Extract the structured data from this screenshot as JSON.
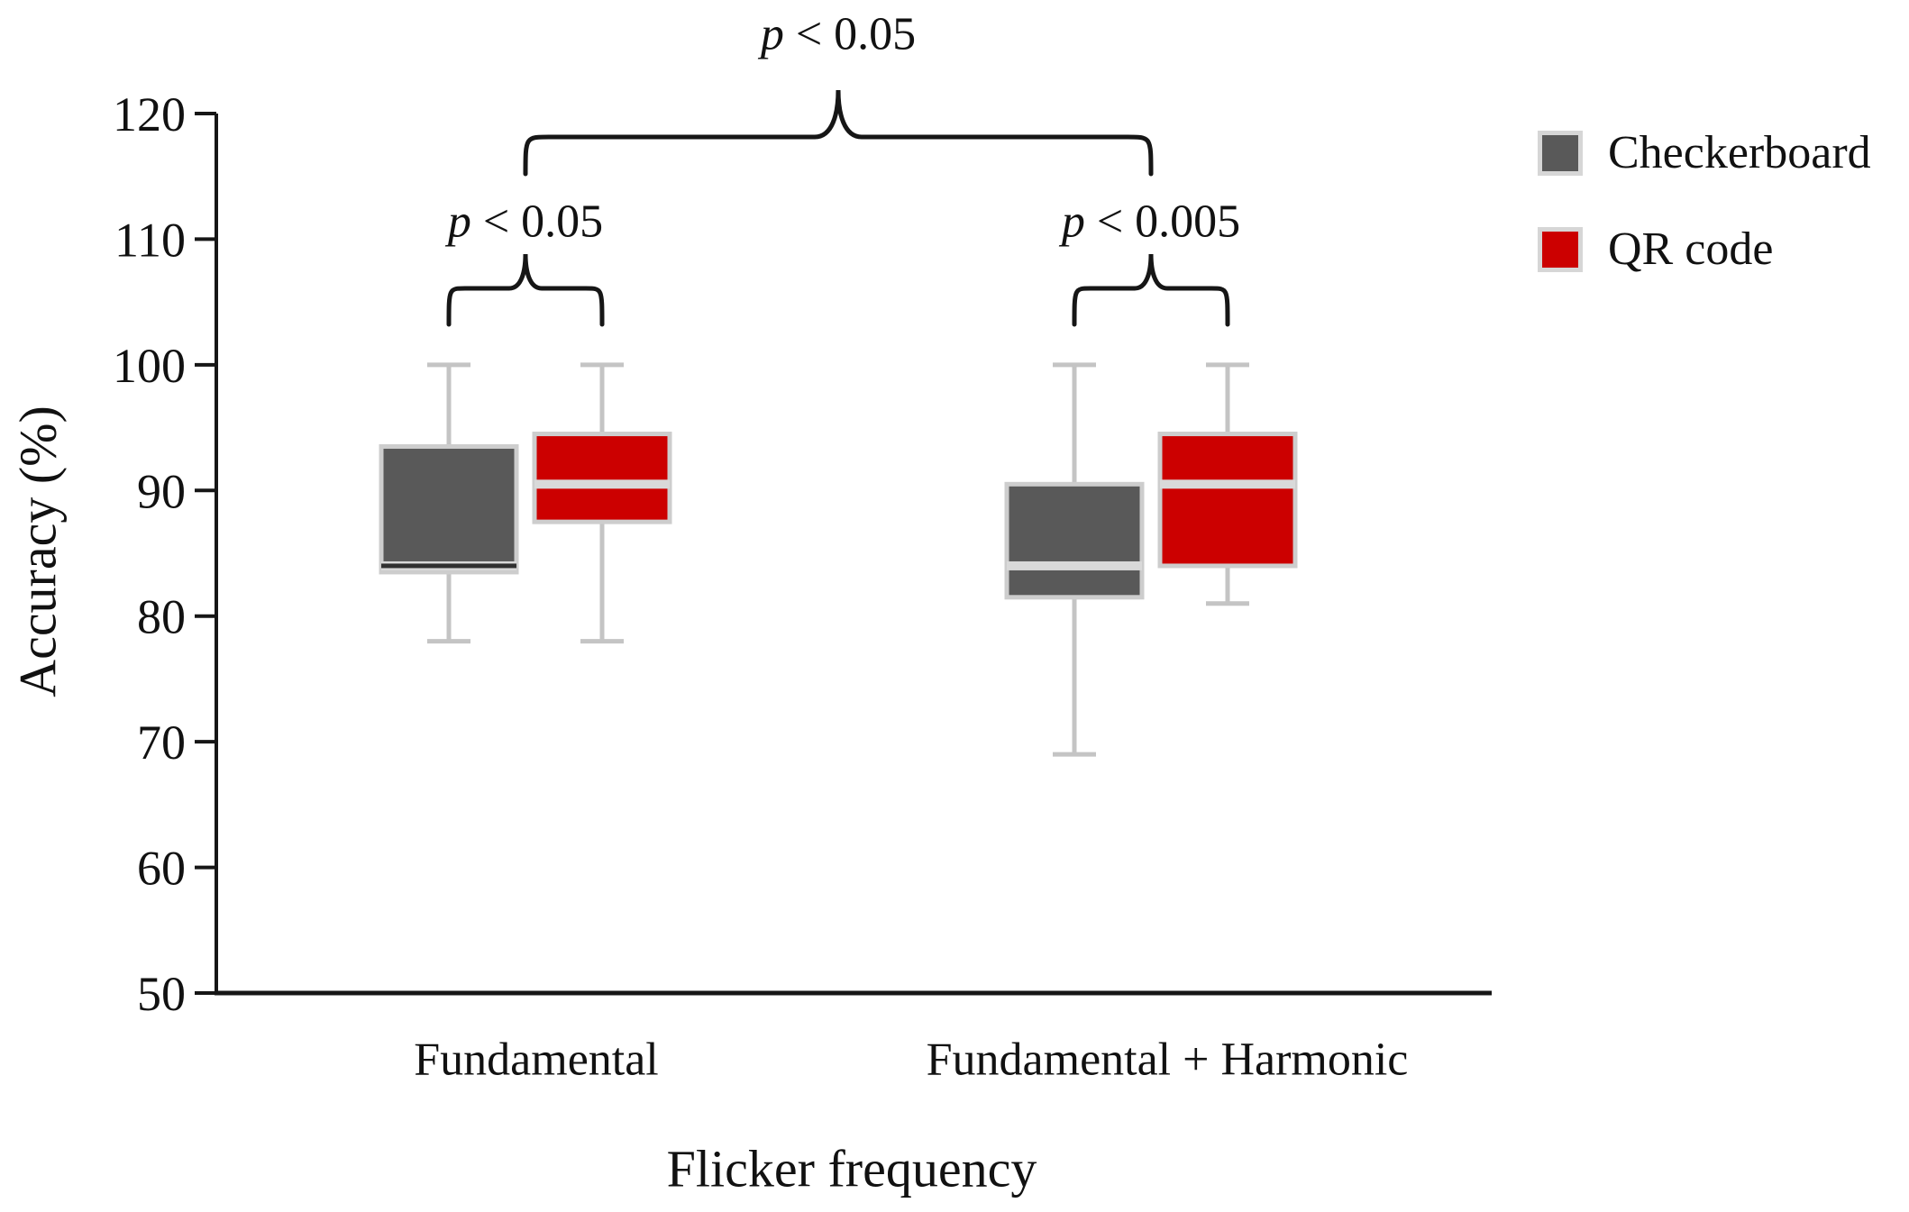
{
  "chart_data": {
    "type": "boxplot",
    "title": "",
    "xlabel": "Flicker frequency",
    "ylabel": "Accuracy (%)",
    "ylim": [
      50,
      120
    ],
    "yticks": [
      50,
      60,
      70,
      80,
      90,
      100,
      110,
      120
    ],
    "grid": false,
    "categories": [
      "Fundamental",
      "Fundamental + Harmonic"
    ],
    "series": [
      {
        "name": "Checkerboard",
        "color": "#595959",
        "boxes": [
          {
            "category": "Fundamental",
            "whisker_low": 78,
            "q1": 83.5,
            "median": 84,
            "q3": 93.5,
            "whisker_high": 100,
            "median_line_color": "#303030"
          },
          {
            "category": "Fundamental + Harmonic",
            "whisker_low": 69,
            "q1": 81.5,
            "median": 84,
            "q3": 90.5,
            "whisker_high": 100,
            "median_line_color": null
          }
        ]
      },
      {
        "name": "QR code",
        "color": "#cc0000",
        "boxes": [
          {
            "category": "Fundamental",
            "whisker_low": 78,
            "q1": 87.5,
            "median": 90.5,
            "q3": 94.5,
            "whisker_high": 100,
            "median_line_color": null
          },
          {
            "category": "Fundamental + Harmonic",
            "whisker_low": 81,
            "q1": 84,
            "median": 90.5,
            "q3": 94.5,
            "whisker_high": 100,
            "median_line_color": null
          }
        ]
      }
    ],
    "annotations": [
      {
        "id": "between-categories",
        "label": "p < 0.05",
        "scope": "categories",
        "from": "Fundamental",
        "to": "Fundamental + Harmonic"
      },
      {
        "id": "within-fundamental",
        "label": "p < 0.05",
        "scope": "within-category",
        "category": "Fundamental"
      },
      {
        "id": "within-harmonic",
        "label": "p < 0.005",
        "scope": "within-category",
        "category": "Fundamental + Harmonic"
      }
    ],
    "legend": {
      "position": "top-right",
      "entries": [
        {
          "label": "Checkerboard",
          "color": "#595959"
        },
        {
          "label": "QR code",
          "color": "#cc0000"
        }
      ]
    },
    "styles": {
      "axis_color": "#161616",
      "whisker_color": "#c4c4c4",
      "box_border_color": "#cdcdcd",
      "median_band_color": "#d9d9d9",
      "brace_color": "#161616",
      "background": "#ffffff"
    }
  }
}
